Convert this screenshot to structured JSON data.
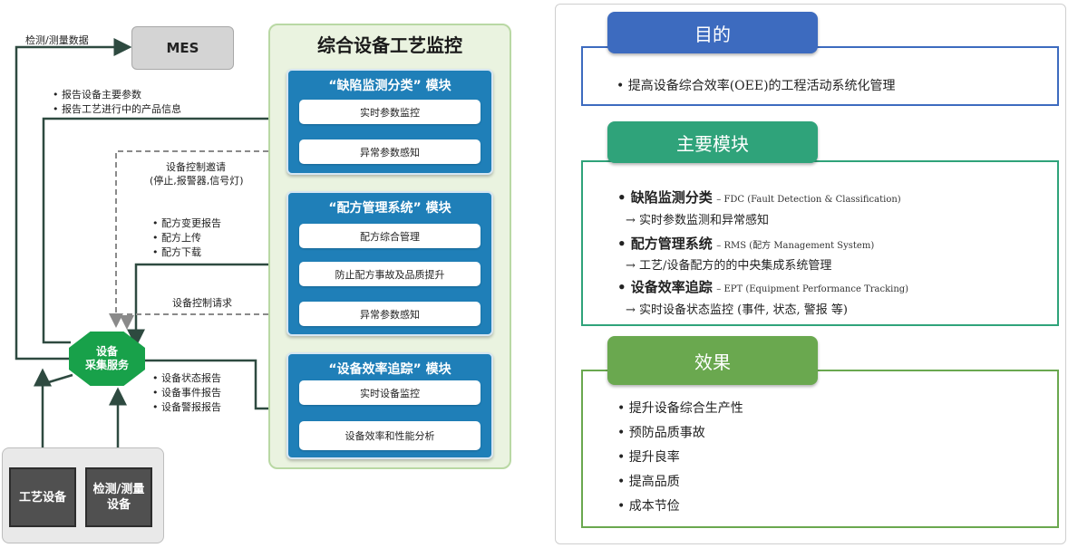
{
  "left": {
    "mes_label": "MES",
    "main_title": "综合设备工艺监控",
    "lbl_measure_data": "检测/测量数据",
    "lbl_report_params": "• 报告设备主要参数",
    "lbl_report_products": "• 报告工艺进行中的产品信息",
    "lbl_ctrl_invite_1": "设备控制邀请",
    "lbl_ctrl_invite_2": "(停止,报警器,信号灯)",
    "lbl_recipe_change": "• 配方变更报告",
    "lbl_recipe_upload": "• 配方上传",
    "lbl_recipe_download": "• 配方下载",
    "lbl_ctrl_request": "设备控制请求",
    "lbl_status_report": "• 设备状态报告",
    "lbl_event_report": "• 设备事件报告",
    "lbl_alarm_report": "• 设备警报报告",
    "service_1": "设备",
    "service_2": "采集服务",
    "device_process": "工艺设备",
    "device_measure_1": "检测/测量",
    "device_measure_2": "设备",
    "modules": [
      {
        "title": "“缺陷监测分类” 模块",
        "items": [
          "实时参数监控",
          "异常参数感知"
        ]
      },
      {
        "title": "“配方管理系统” 模块",
        "items": [
          "配方综合管理",
          "防止配方事故及品质提升",
          "异常参数感知"
        ]
      },
      {
        "title": "“设备效率追踪” 模块",
        "items": [
          "实时设备监控",
          "设备效率和性能分析"
        ]
      }
    ]
  },
  "right": {
    "purpose_header": "目的",
    "purpose_text": "• 提高设备综合效率(OEE)的工程活动系统化管理",
    "modules_header": "主要模块",
    "main_modules": [
      {
        "name": "• 缺陷监测分类",
        "en": "– FDC (Fault Detection & Classification)",
        "desc": "→ 实时参数监测和异常感知"
      },
      {
        "name": "• 配方管理系统",
        "en": "– RMS (配方 Management System)",
        "desc": "→ 工艺/设备配方的的中央集成系统管理"
      },
      {
        "name": "• 设备效率追踪",
        "en": "– EPT (Equipment Performance Tracking)",
        "desc": "→ 实时设备状态监控 (事件, 状态, 警报 等)"
      }
    ],
    "effects_header": "效果",
    "effects": [
      "• 提升设备综合生产性",
      "• 预防品质事故",
      "• 提升良率",
      "• 提高品质",
      "• 成本节俭"
    ]
  },
  "colors": {
    "module_blue": "#1f7fb8",
    "header_blue": "#3d6bbf",
    "header_teal": "#2fa37a",
    "header_green": "#6aa84f",
    "service_green": "#18a14a",
    "panel_green": "#eaf3e0"
  }
}
